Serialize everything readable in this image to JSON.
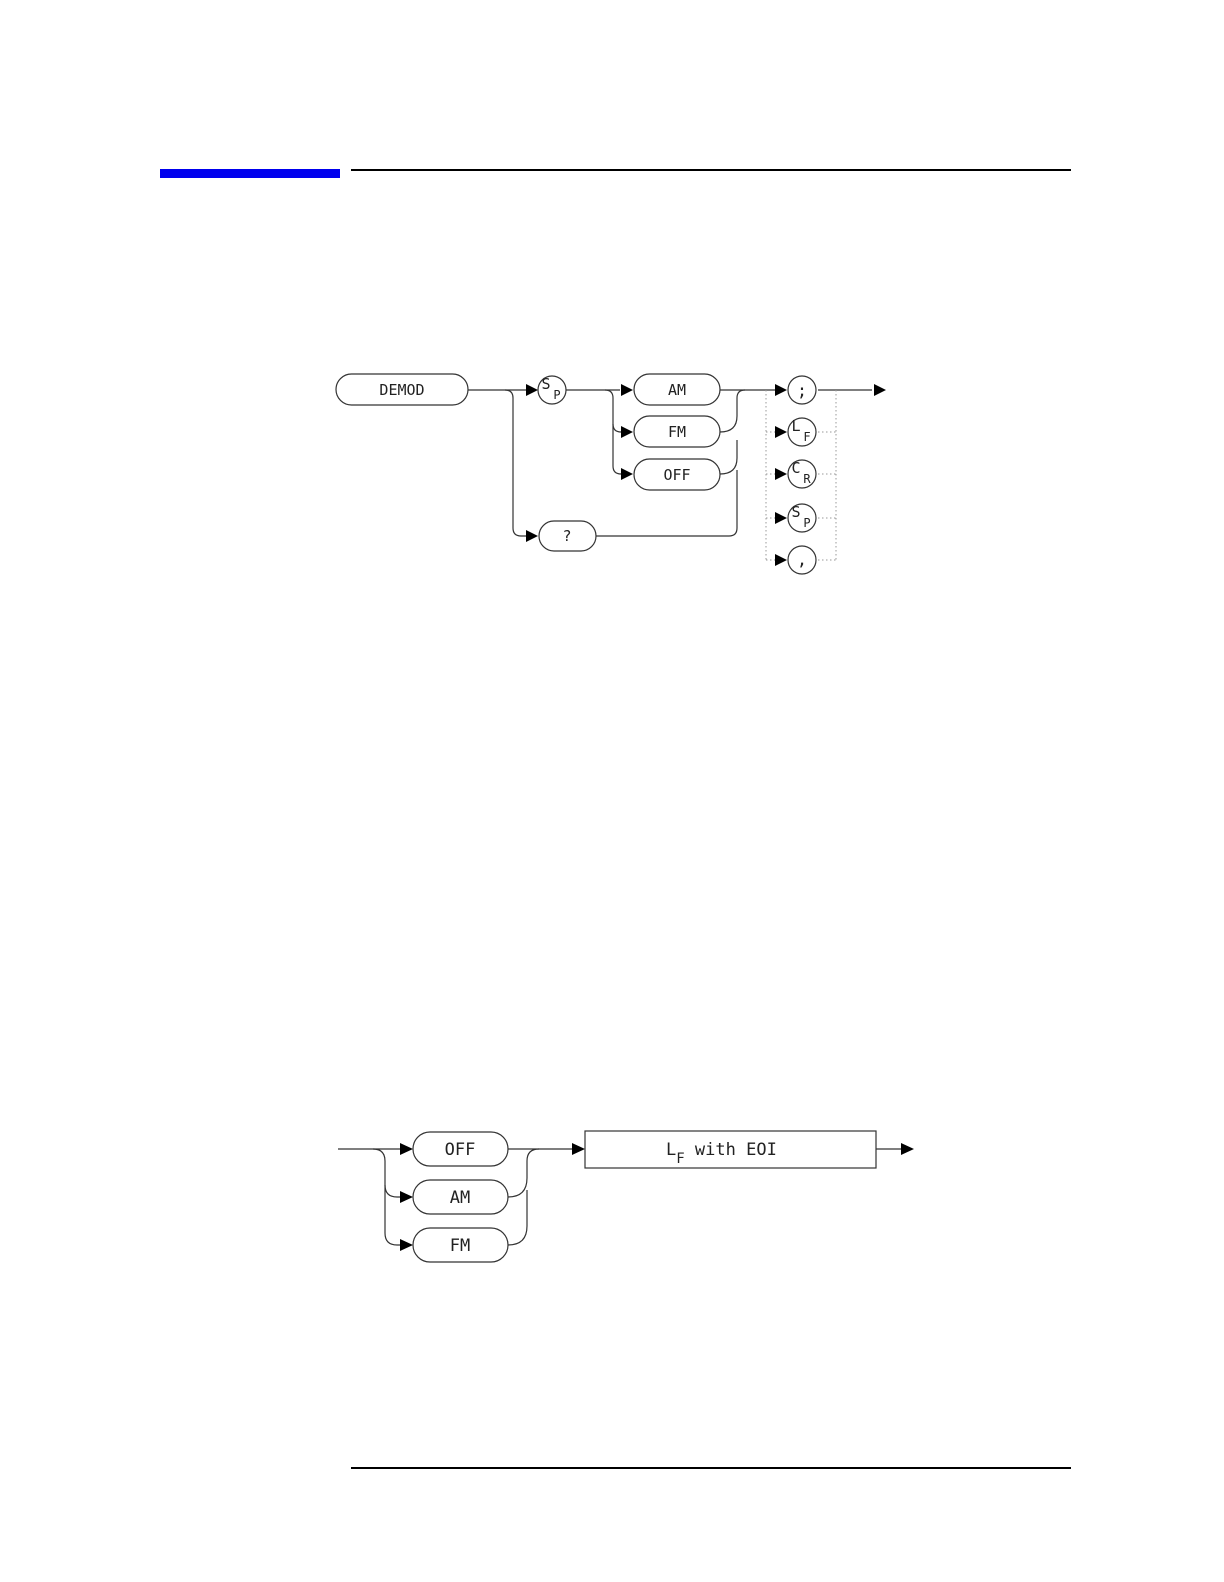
{
  "colors": {
    "accent": "#0000ee",
    "line": "#333333",
    "rule": "#000000"
  },
  "syntax_diagram": {
    "command": "DEMOD",
    "separator_sp": {
      "main": "S",
      "sub": "P"
    },
    "options": [
      "AM",
      "FM",
      "OFF"
    ],
    "query": "?",
    "terminators": [
      {
        "main": ";",
        "sub": ""
      },
      {
        "main": "L",
        "sub": "F"
      },
      {
        "main": "C",
        "sub": "R"
      },
      {
        "main": "S",
        "sub": "P"
      },
      {
        "main": ",",
        "sub": ""
      }
    ]
  },
  "query_response_diagram": {
    "options": [
      "OFF",
      "AM",
      "FM"
    ],
    "response": {
      "main": "L",
      "sub": "F",
      "suffix": " with EOI"
    }
  }
}
